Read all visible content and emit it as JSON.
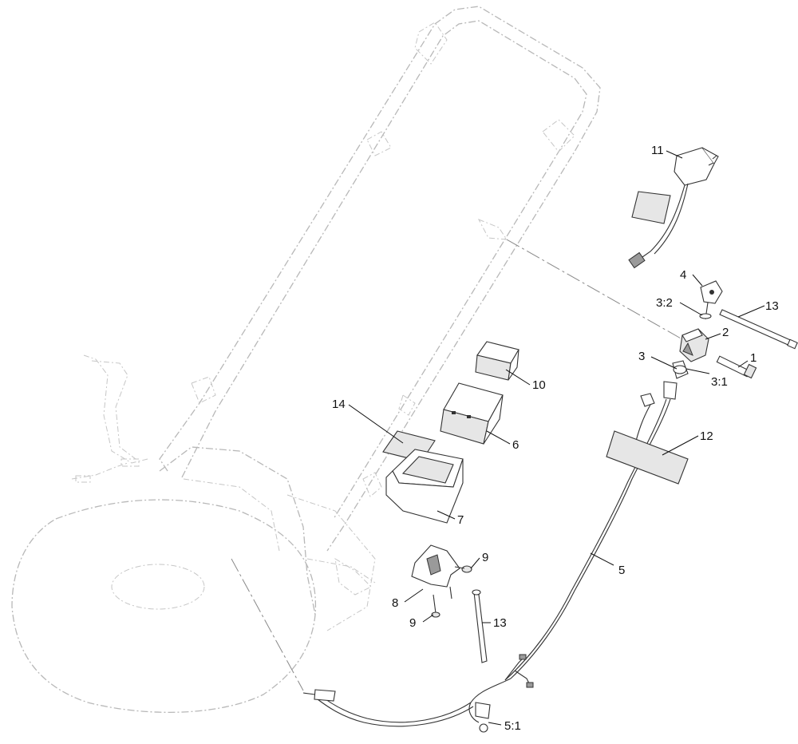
{
  "diagram": {
    "callouts": [
      {
        "id": "c1",
        "text": "1"
      },
      {
        "id": "c2",
        "text": "2"
      },
      {
        "id": "c3",
        "text": "3"
      },
      {
        "id": "c3_1",
        "text": "3:1"
      },
      {
        "id": "c3_2",
        "text": "3:2"
      },
      {
        "id": "c4",
        "text": "4"
      },
      {
        "id": "c5",
        "text": "5"
      },
      {
        "id": "c5_1",
        "text": "5:1"
      },
      {
        "id": "c6",
        "text": "6"
      },
      {
        "id": "c7",
        "text": "7"
      },
      {
        "id": "c8",
        "text": "8"
      },
      {
        "id": "c9a",
        "text": "9"
      },
      {
        "id": "c9b",
        "text": "9"
      },
      {
        "id": "c10",
        "text": "10"
      },
      {
        "id": "c11",
        "text": "11"
      },
      {
        "id": "c12",
        "text": "12"
      },
      {
        "id": "c13a",
        "text": "13"
      },
      {
        "id": "c13b",
        "text": "13"
      },
      {
        "id": "c14",
        "text": "14"
      }
    ]
  },
  "colors": {
    "line": "#333333",
    "ghost": "#b8b8b8",
    "fill": "#e6e6e6"
  }
}
